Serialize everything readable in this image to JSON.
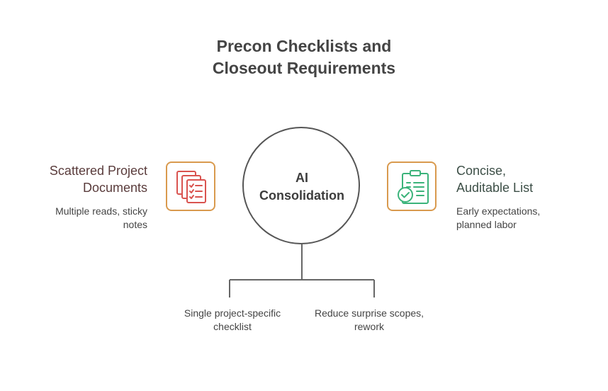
{
  "title": {
    "line1": "Precon Checklists and",
    "line2": "Closeout Requirements"
  },
  "center": {
    "line1": "AI",
    "line2": "Consolidation"
  },
  "left": {
    "title_line1": "Scattered Project",
    "title_line2": "Documents",
    "desc_line1": "Multiple reads, sticky",
    "desc_line2": "notes",
    "icon": "documents-checklist-icon"
  },
  "right": {
    "title_line1": "Concise,",
    "title_line2": "Auditable List",
    "desc_line1": "Early expectations,",
    "desc_line2": "planned labor",
    "icon": "clipboard-check-icon"
  },
  "outcomes": [
    {
      "line1": "Single project-specific",
      "line2": "checklist"
    },
    {
      "line1": "Reduce surprise scopes,",
      "line2": "rework"
    }
  ],
  "colors": {
    "icon_border": "#d99a4e",
    "left_icon": "#d9534f",
    "right_icon": "#3bb37a",
    "outline": "#555555"
  }
}
